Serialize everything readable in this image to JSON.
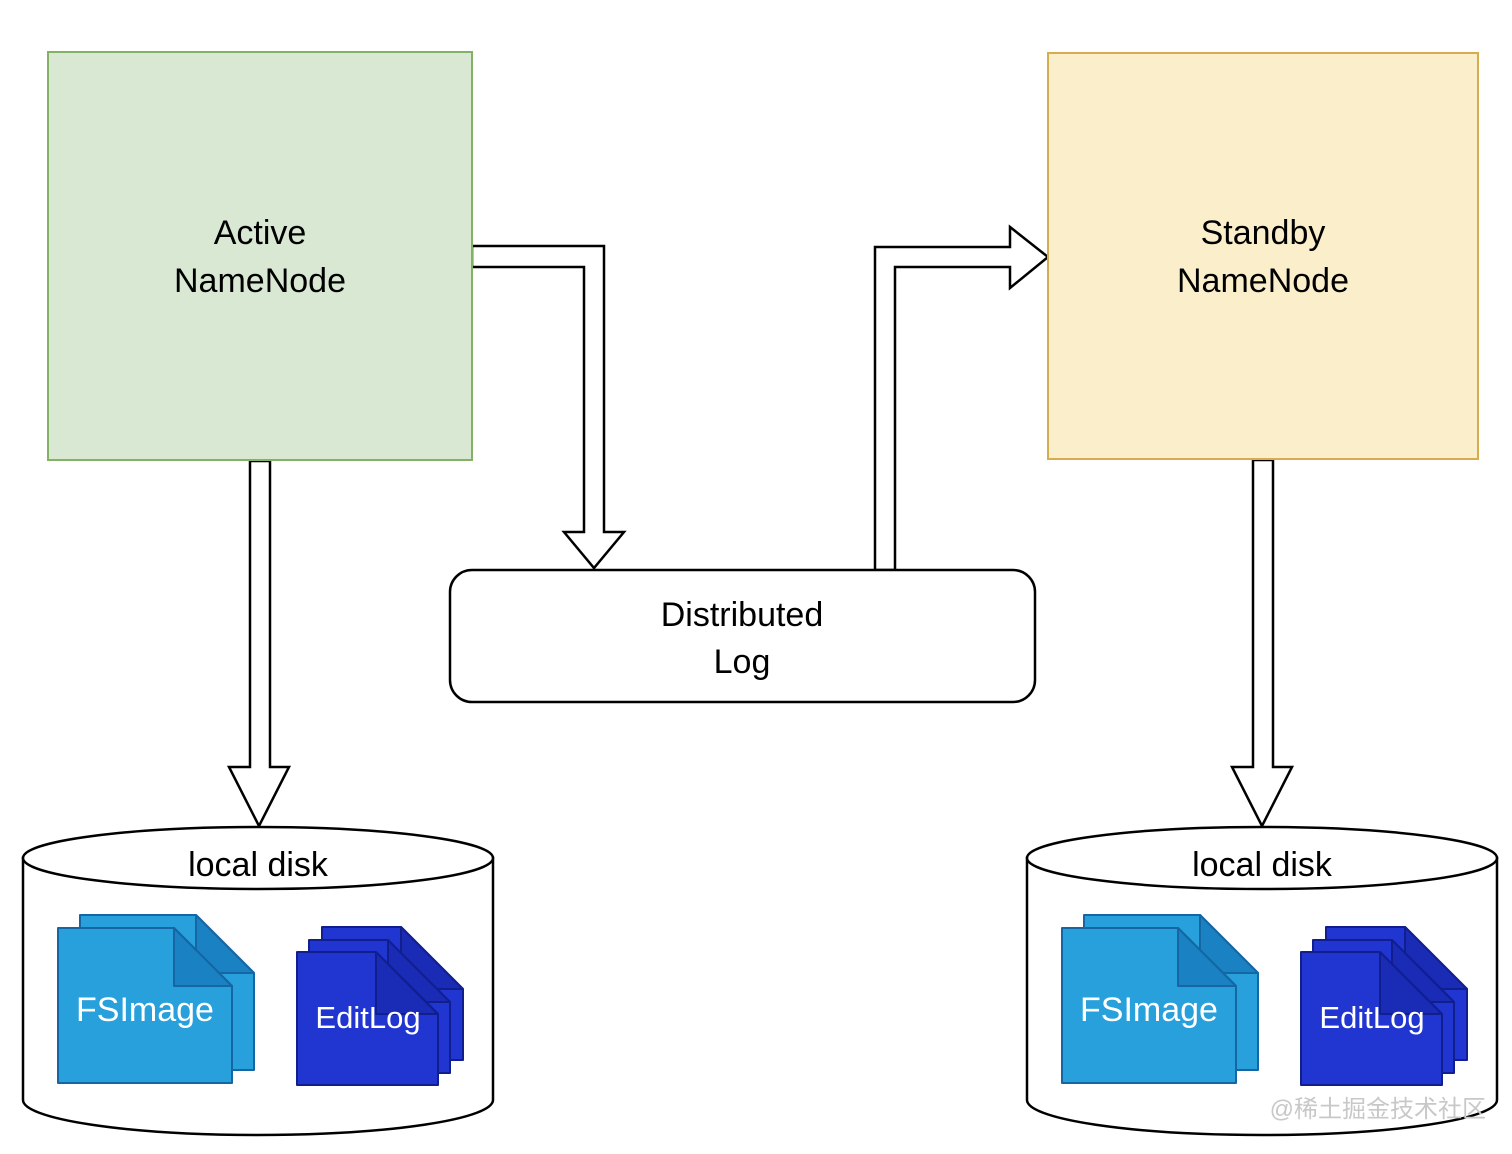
{
  "diagram": {
    "active_node": {
      "line1": "Active",
      "line2": "NameNode"
    },
    "standby_node": {
      "line1": "Standby",
      "line2": "NameNode"
    },
    "distributed_log": {
      "line1": "Distributed",
      "line2": "Log"
    },
    "left_disk": {
      "label": "local disk",
      "fsimage_label": "FSImage",
      "editlog_label": "EditLog"
    },
    "right_disk": {
      "label": "local disk",
      "fsimage_label": "FSImage",
      "editlog_label": "EditLog"
    },
    "watermark": "@稀土掘金技术社区",
    "colors": {
      "green_fill": "#D9E8D2",
      "green_stroke": "#83B266",
      "yellow_fill": "#FBEFCB",
      "yellow_stroke": "#D6AC4E",
      "fs_face": "#27A0DC",
      "fs_fold": "#1A81C2",
      "fs_stroke": "#1566A2",
      "el_face": "#2136D0",
      "el_fold": "#1A2BB5",
      "el_stroke": "#111F8E",
      "line": "#000000",
      "watermark": "#C8C8C8"
    }
  }
}
